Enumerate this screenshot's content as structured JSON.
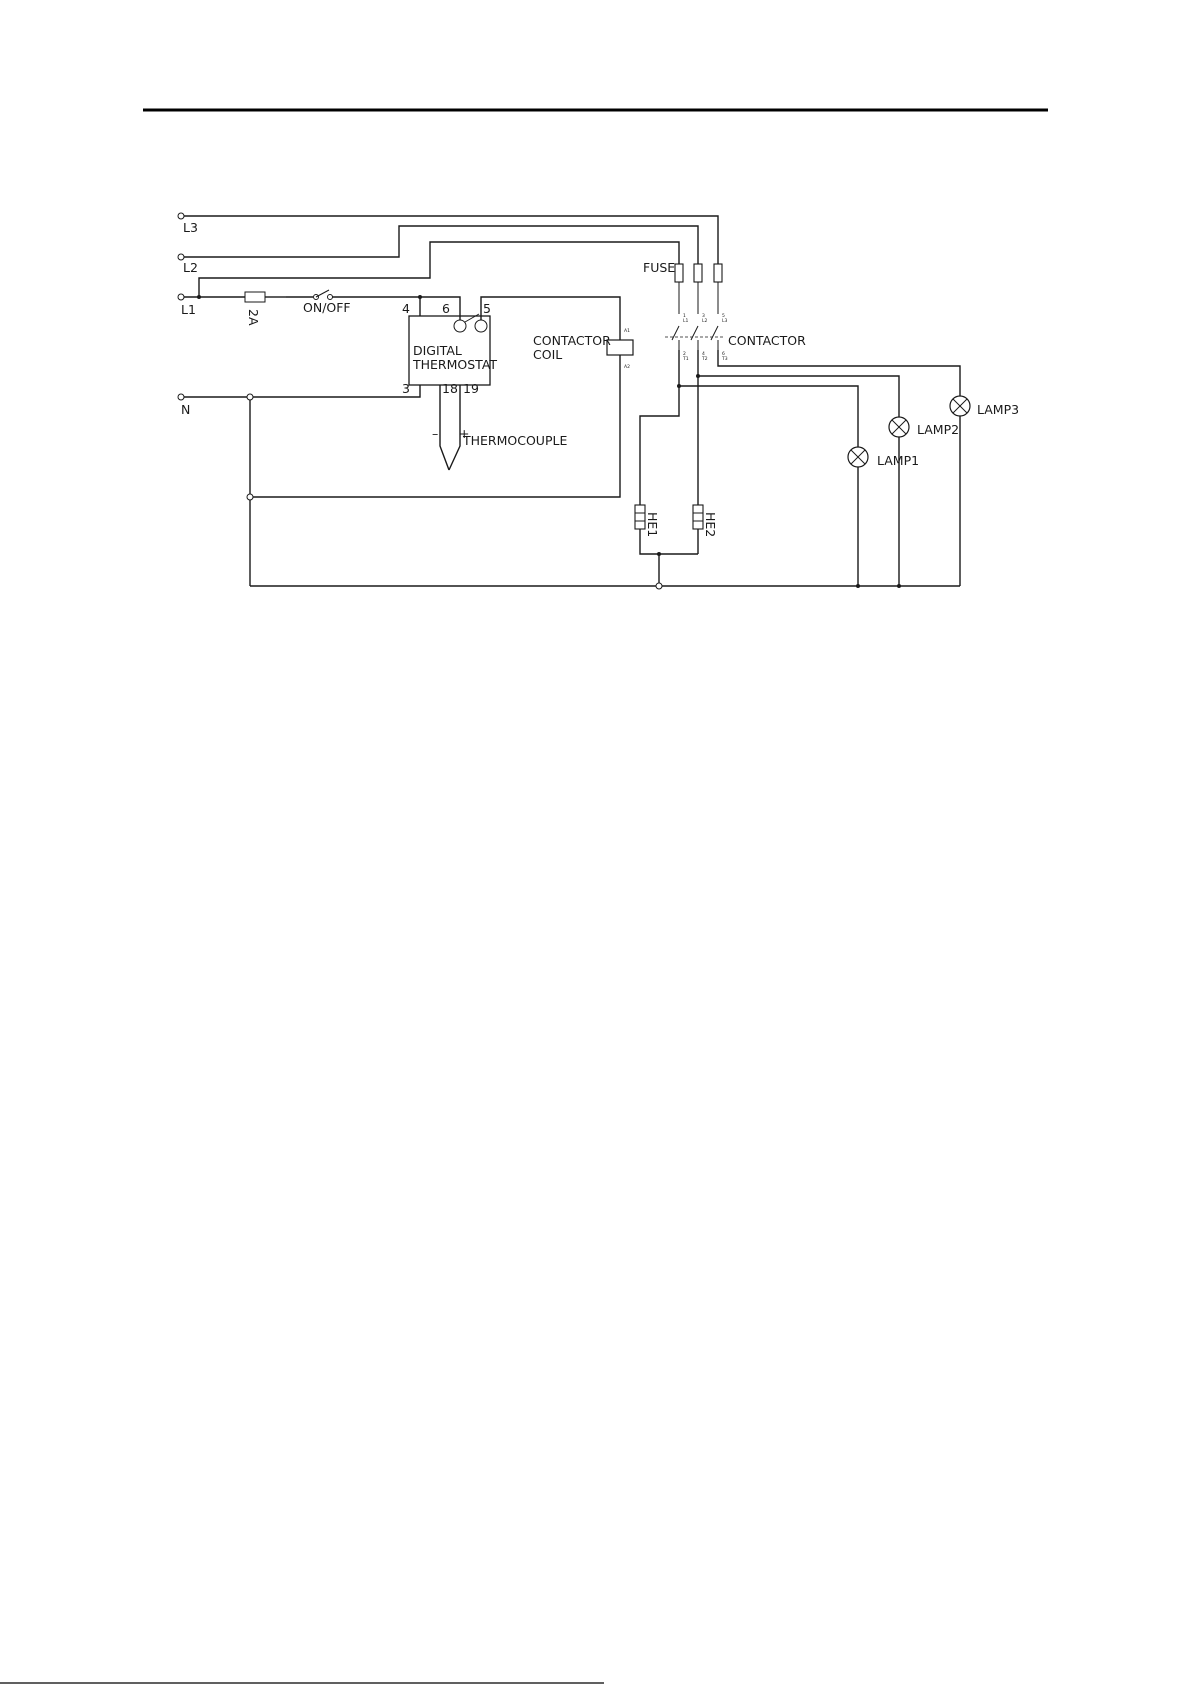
{
  "lines": {
    "l1": "L1",
    "l2": "L2",
    "l3": "L3",
    "n": "N"
  },
  "fuse_2a": "2A",
  "switch": "ON/OFF",
  "thermostat": {
    "line1": "DIGITAL",
    "line2": "THERMOSTAT",
    "terminals": {
      "t3": "3",
      "t4": "4",
      "t5": "5",
      "t6": "6",
      "t18": "18",
      "t19": "19"
    }
  },
  "thermocouple": {
    "label": "THERMOCOUPLE",
    "minus": "–",
    "plus": "+"
  },
  "contactor_coil": {
    "line1": "CONTACTOR",
    "line2": "COIL",
    "a1": "A1",
    "a2": "A2"
  },
  "fuse_label": "FUSE",
  "contactor": {
    "label": "CONTACTOR",
    "top_terminals": [
      "1",
      "3",
      "5"
    ],
    "top_sub": [
      "L1",
      "L2",
      "L3"
    ],
    "bottom_terminals": [
      "2",
      "4",
      "6"
    ],
    "bottom_sub": [
      "T1",
      "T2",
      "T3"
    ]
  },
  "heaters": [
    "HE1",
    "HE2"
  ],
  "lamps": [
    "LAMP1",
    "LAMP2",
    "LAMP3"
  ]
}
